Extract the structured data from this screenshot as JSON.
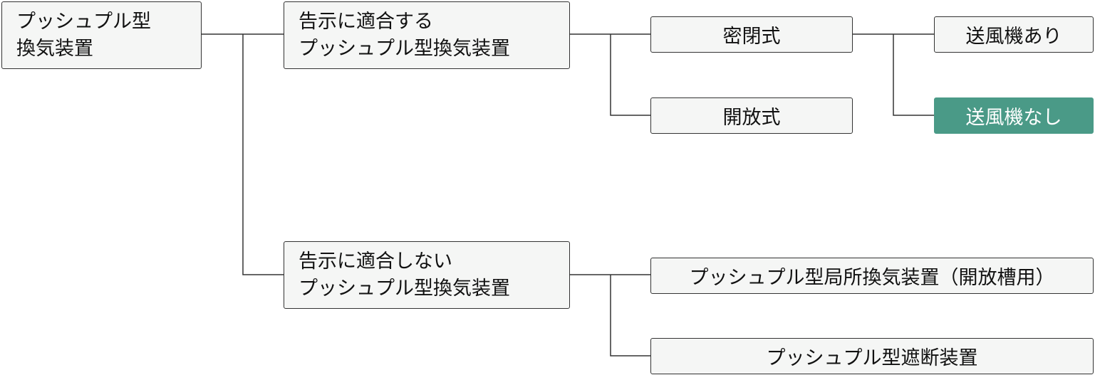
{
  "root": {
    "line1": "プッシュプル型",
    "line2": "換気装置"
  },
  "compliant": {
    "line1": "告示に適合する",
    "line2": "プッシュプル型換気装置"
  },
  "noncompliant": {
    "line1": "告示に適合しない",
    "line2": "プッシュプル型換気装置"
  },
  "closed": "密閉式",
  "open": "開放式",
  "with_fan": "送風機あり",
  "without_fan": "送風機なし",
  "local_exhaust": "プッシュプル型局所換気装置（開放槽用）",
  "shutoff": "プッシュプル型遮断装置",
  "colors": {
    "highlight": "#4a9a87",
    "line": "#333333"
  }
}
